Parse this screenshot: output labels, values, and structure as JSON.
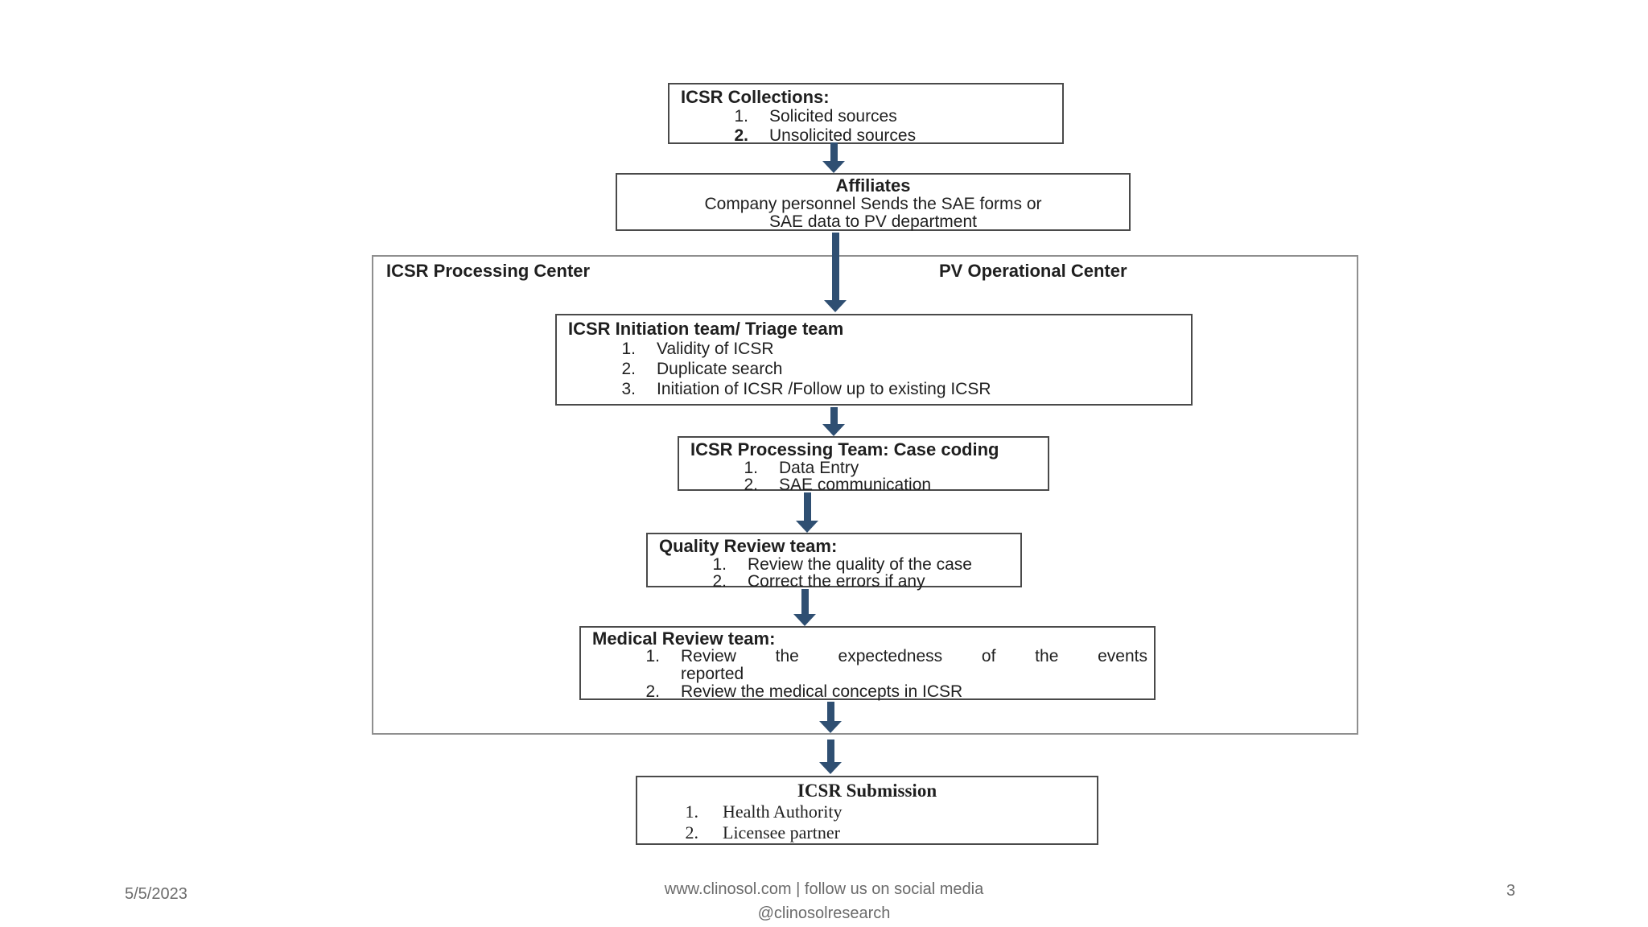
{
  "flowchart": {
    "collections": {
      "title": "ICSR Collections:",
      "items": [
        {
          "num": "1.",
          "text": "Solicited sources"
        },
        {
          "num": "2.",
          "text": "Unsolicited sources"
        }
      ]
    },
    "affiliates": {
      "title": "Affiliates",
      "line1": "Company personnel Sends the SAE forms or",
      "line2": "SAE data to PV department"
    },
    "container": {
      "left_label": "ICSR Processing Center",
      "right_label": "PV Operational Center"
    },
    "initiation": {
      "title": "ICSR Initiation team/ Triage team",
      "items": [
        {
          "num": "1.",
          "text": "Validity of ICSR"
        },
        {
          "num": "2.",
          "text": "Duplicate search"
        },
        {
          "num": "3.",
          "text": "Initiation of ICSR /Follow up to existing ICSR"
        }
      ]
    },
    "processing": {
      "title": "ICSR Processing Team: Case coding",
      "items": [
        {
          "num": "1.",
          "text": "Data Entry"
        },
        {
          "num": "2.",
          "text": "SAE communication"
        }
      ]
    },
    "quality": {
      "title": "Quality Review team:",
      "items": [
        {
          "num": "1.",
          "text": "Review the quality of the case"
        },
        {
          "num": "2.",
          "text": "Correct the errors if any"
        }
      ]
    },
    "medical": {
      "title": "Medical Review team:",
      "items": [
        {
          "num": "1.",
          "line1": "Review the expectedness of the events",
          "line2": "reported"
        },
        {
          "num": "2.",
          "text": "Review the medical concepts in ICSR"
        }
      ]
    },
    "submission": {
      "title": "ICSR Submission",
      "items": [
        {
          "num": "1.",
          "text": "Health Authority"
        },
        {
          "num": "2.",
          "text": "Licensee partner"
        }
      ]
    }
  },
  "footer": {
    "date": "5/5/2023",
    "website_line": "www.clinosol.com | follow us on social media",
    "social_handle": "@clinosolresearch",
    "page_number": "3"
  },
  "colors": {
    "arrow": "#2F4F72",
    "inner_box_border": "#4a4a4a",
    "container_border": "#8f8f8f",
    "text": "#1f1f1f",
    "footer_text": "#6b6b6b"
  }
}
